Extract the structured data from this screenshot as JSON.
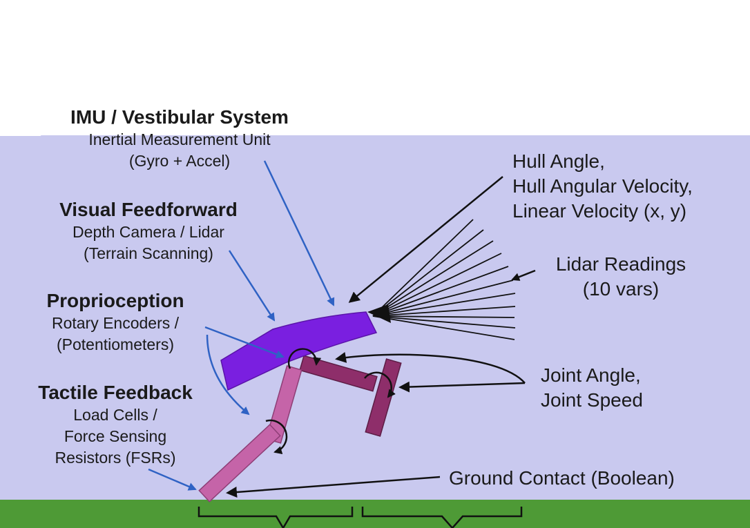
{
  "sensors_left": [
    {
      "title": "IMU / Vestibular System",
      "lines": [
        "Inertial Measurement Unit",
        "(Gyro + Accel)"
      ]
    },
    {
      "title": "Visual Feedforward",
      "lines": [
        "Depth Camera / Lidar",
        "(Terrain Scanning)"
      ]
    },
    {
      "title": "Proprioception",
      "lines": [
        "Rotary Encoders /",
        "(Potentiometers)"
      ]
    },
    {
      "title": "Tactile Feedback",
      "lines": [
        "Load Cells /",
        "Force Sensing",
        "Resistors (FSRs)"
      ]
    }
  ],
  "observations_right": {
    "hull": [
      "Hull Angle,",
      "Hull Angular Velocity,",
      "Linear Velocity (x, y)"
    ],
    "lidar": [
      "Lidar Readings",
      "(10 vars)"
    ],
    "joint": [
      "Joint Angle,",
      "Joint Speed"
    ],
    "contact": "Ground Contact (Boolean)"
  },
  "colors": {
    "sky": "#c9c9ef",
    "ground": "#4e9a36",
    "hull": "#7a1fe0",
    "leg_front": "#c564a8",
    "leg_rear": "#8e2e6a",
    "arrow_blue": "#2f62c4",
    "arrow_black": "#111111"
  }
}
